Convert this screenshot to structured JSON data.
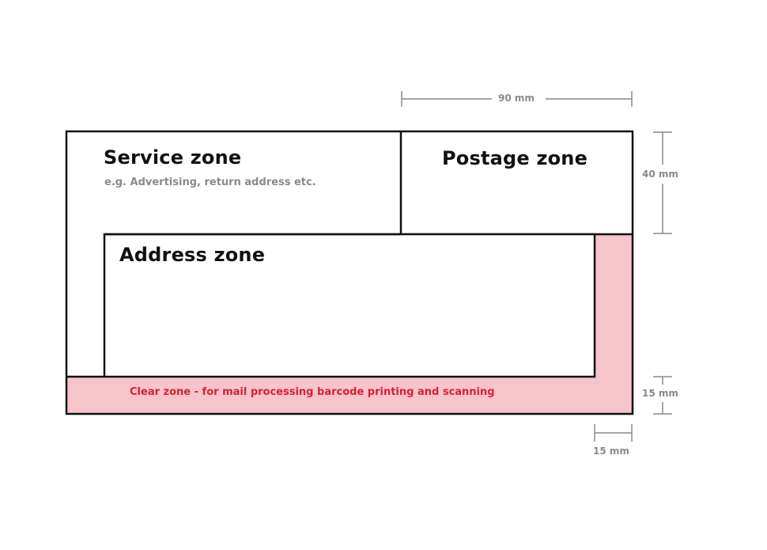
{
  "zones": {
    "service": {
      "title": "Service zone",
      "subtitle": "e.g. Advertising, return address etc."
    },
    "postage": {
      "title": "Postage zone"
    },
    "address": {
      "title": "Address zone"
    },
    "clear": {
      "label": "Clear zone - for mail processing barcode printing and scanning"
    }
  },
  "dimensions": {
    "postage_width": "90 mm",
    "postage_height": "40 mm",
    "clear_bottom_height": "15 mm",
    "clear_right_width": "15 mm"
  },
  "colors": {
    "outline": "#111111",
    "clear_fill": "#f7c4cc",
    "clear_text": "#d8212f",
    "dimension": "#8a8a8a"
  }
}
